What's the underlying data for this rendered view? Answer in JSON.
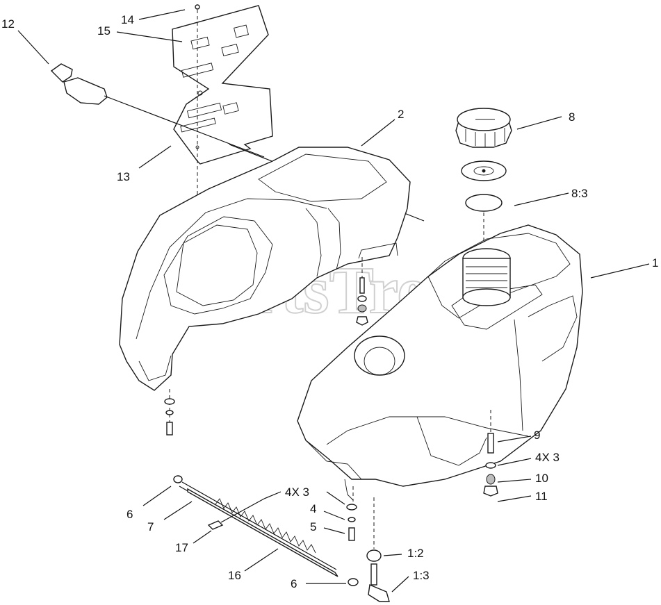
{
  "watermark": "PartsTree",
  "callouts": [
    {
      "id": "c14",
      "label": "14"
    },
    {
      "id": "c15",
      "label": "15"
    },
    {
      "id": "c12",
      "label": "12"
    },
    {
      "id": "c2",
      "label": "2"
    },
    {
      "id": "c8",
      "label": "8"
    },
    {
      "id": "c8-3",
      "label": "8:3"
    },
    {
      "id": "c13",
      "label": "13"
    },
    {
      "id": "c1",
      "label": "1"
    },
    {
      "id": "c9",
      "label": "9"
    },
    {
      "id": "c4x3-right",
      "label": "4X 3"
    },
    {
      "id": "c10",
      "label": "10"
    },
    {
      "id": "c11",
      "label": "11"
    },
    {
      "id": "c4x3-left",
      "label": "4X 3"
    },
    {
      "id": "c4",
      "label": "4"
    },
    {
      "id": "c5",
      "label": "5"
    },
    {
      "id": "c6-top",
      "label": "6"
    },
    {
      "id": "c7",
      "label": "7"
    },
    {
      "id": "c17",
      "label": "17"
    },
    {
      "id": "c16",
      "label": "16"
    },
    {
      "id": "c6-bottom",
      "label": "6"
    },
    {
      "id": "c1-2",
      "label": "1:2"
    },
    {
      "id": "c1-3",
      "label": "1:3"
    }
  ]
}
